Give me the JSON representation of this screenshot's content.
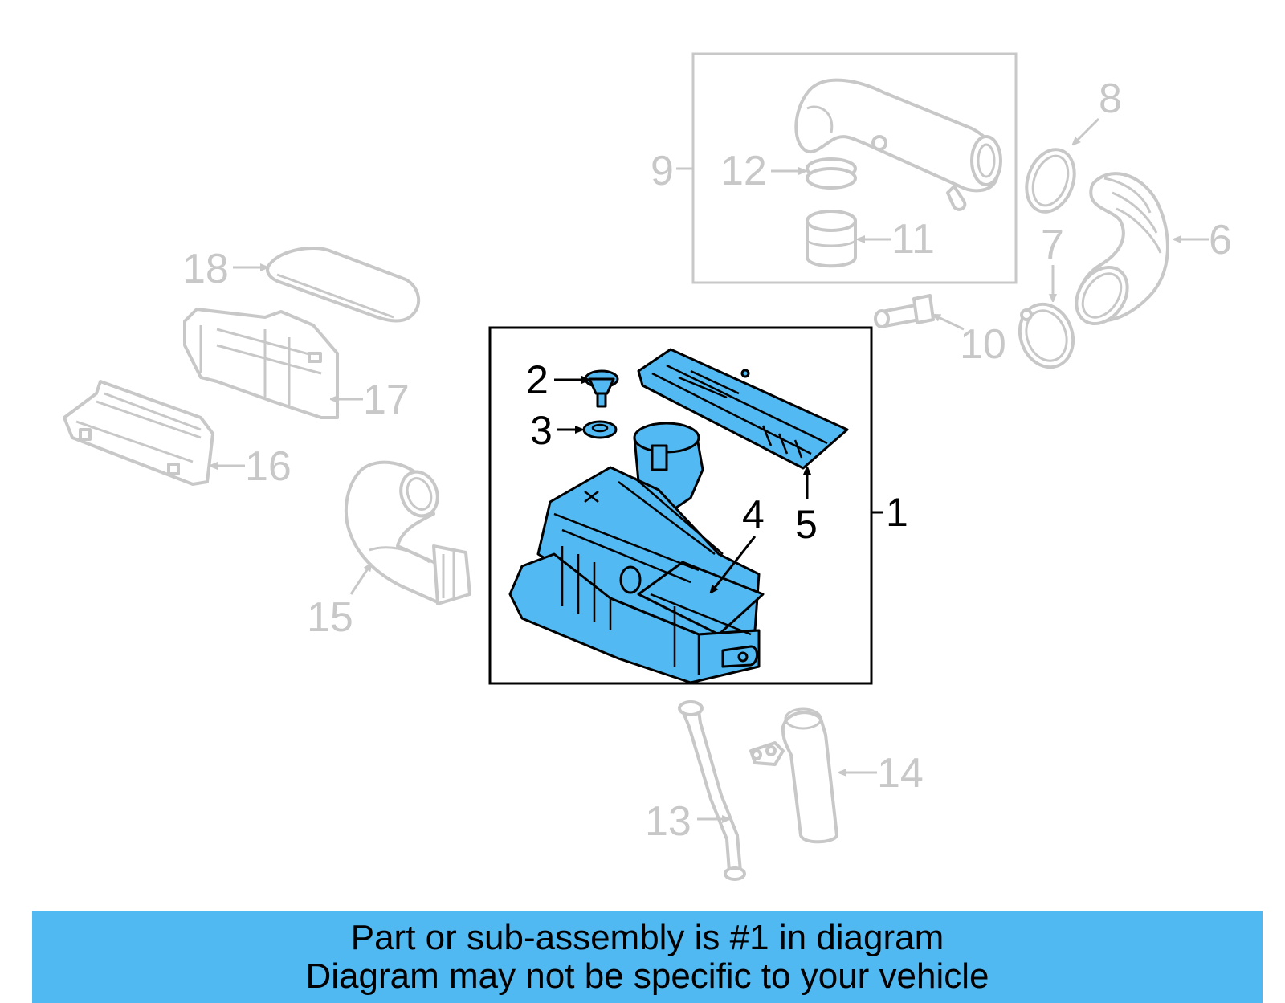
{
  "callouts": {
    "c1": "1",
    "c2": "2",
    "c3": "3",
    "c4": "4",
    "c5": "5",
    "c6": "6",
    "c7": "7",
    "c8": "8",
    "c9": "9",
    "c10": "10",
    "c11": "11",
    "c12": "12",
    "c13": "13",
    "c14": "14",
    "c15": "15",
    "c16": "16",
    "c17": "17",
    "c18": "18"
  },
  "banner": {
    "line1": "Part or sub-assembly is #1 in diagram",
    "line2": "Diagram may not be specific to your vehicle"
  },
  "colors": {
    "highlight": "#52b9f2",
    "banner": "#51b9f2",
    "dimmed": "#c8c8c8"
  }
}
